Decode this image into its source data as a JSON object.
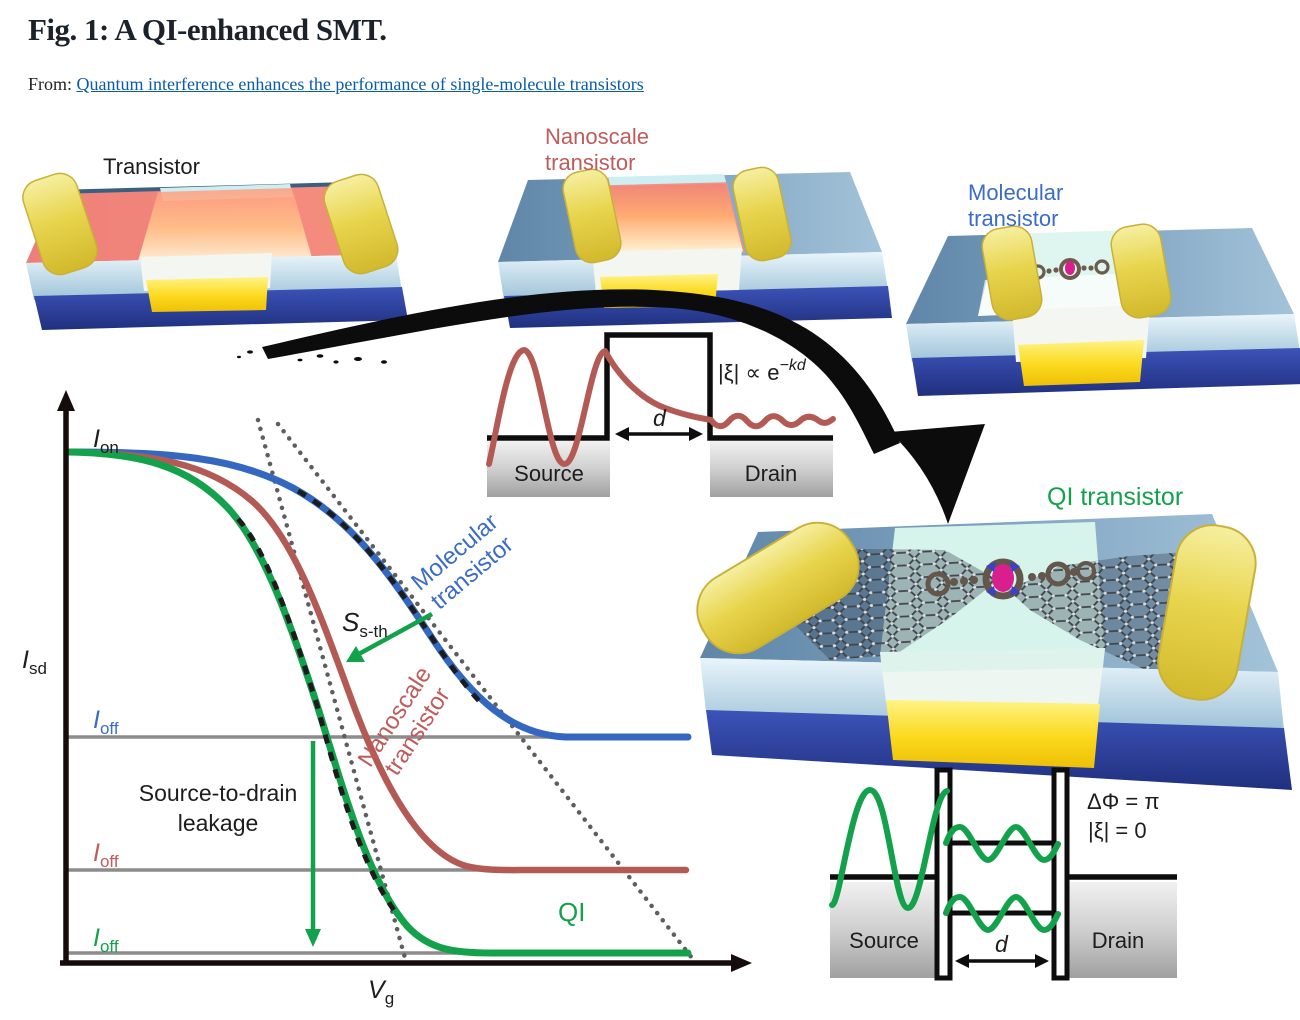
{
  "header": {
    "figure_title": "Fig. 1: A QI-enhanced SMT.",
    "from_label": "From:",
    "link_text": "Quantum interference enhances the performance of single-molecule transistors"
  },
  "theme": {
    "link": "#0a5ca8",
    "blue": "#3468c0",
    "red": "#b45a55",
    "green": "#13a14b",
    "lblblue": "#3b6cc7",
    "lblred": "#c05b5b",
    "grayline": "#8c8c8c",
    "dotted": "#5e5e5e",
    "axis": "#170c0c",
    "gold": "#e9d34f",
    "magenta": "#d81f8d",
    "chipbase": "#2b3e9d"
  },
  "chips": {
    "transistor": {
      "label": "Transistor"
    },
    "nanoscale": {
      "label_line1": "Nanoscale",
      "label_line2": "transistor"
    },
    "molecular": {
      "label_line1": "Molecular",
      "label_line2": "transistor"
    },
    "qi": {
      "label": "QI transistor"
    }
  },
  "tunnel_inset": {
    "formula_base": "|ξ| ∝ e",
    "formula_exp": "−kd",
    "distance_label": "d",
    "source_label": "Source",
    "drain_label": "Drain"
  },
  "qi_inset": {
    "phase_formula": "ΔΦ = π",
    "xi_formula": "|ξ| = 0",
    "distance_label": "d",
    "source_label": "Source",
    "drain_label": "Drain"
  },
  "graph": {
    "i_on": {
      "base": "I",
      "sub": "on"
    },
    "i_sd": {
      "base": "I",
      "sub": "sd"
    },
    "v_g": {
      "base": "V",
      "sub": "g"
    },
    "i_off_molecular": {
      "base": "I",
      "sub": "off"
    },
    "i_off_nanoscale": {
      "base": "I",
      "sub": "off"
    },
    "i_off_qi": {
      "base": "I",
      "sub": "off"
    },
    "s_sth": {
      "base": "S",
      "sub": "s-th"
    },
    "curve_molecular": {
      "line1": "Molecular",
      "line2": "transistor"
    },
    "curve_nanoscale": {
      "line1": "Nanoscale",
      "line2": "transistor"
    },
    "curve_qi": "QI",
    "leakage_line1": "Source-to-drain",
    "leakage_line2": "leakage"
  }
}
